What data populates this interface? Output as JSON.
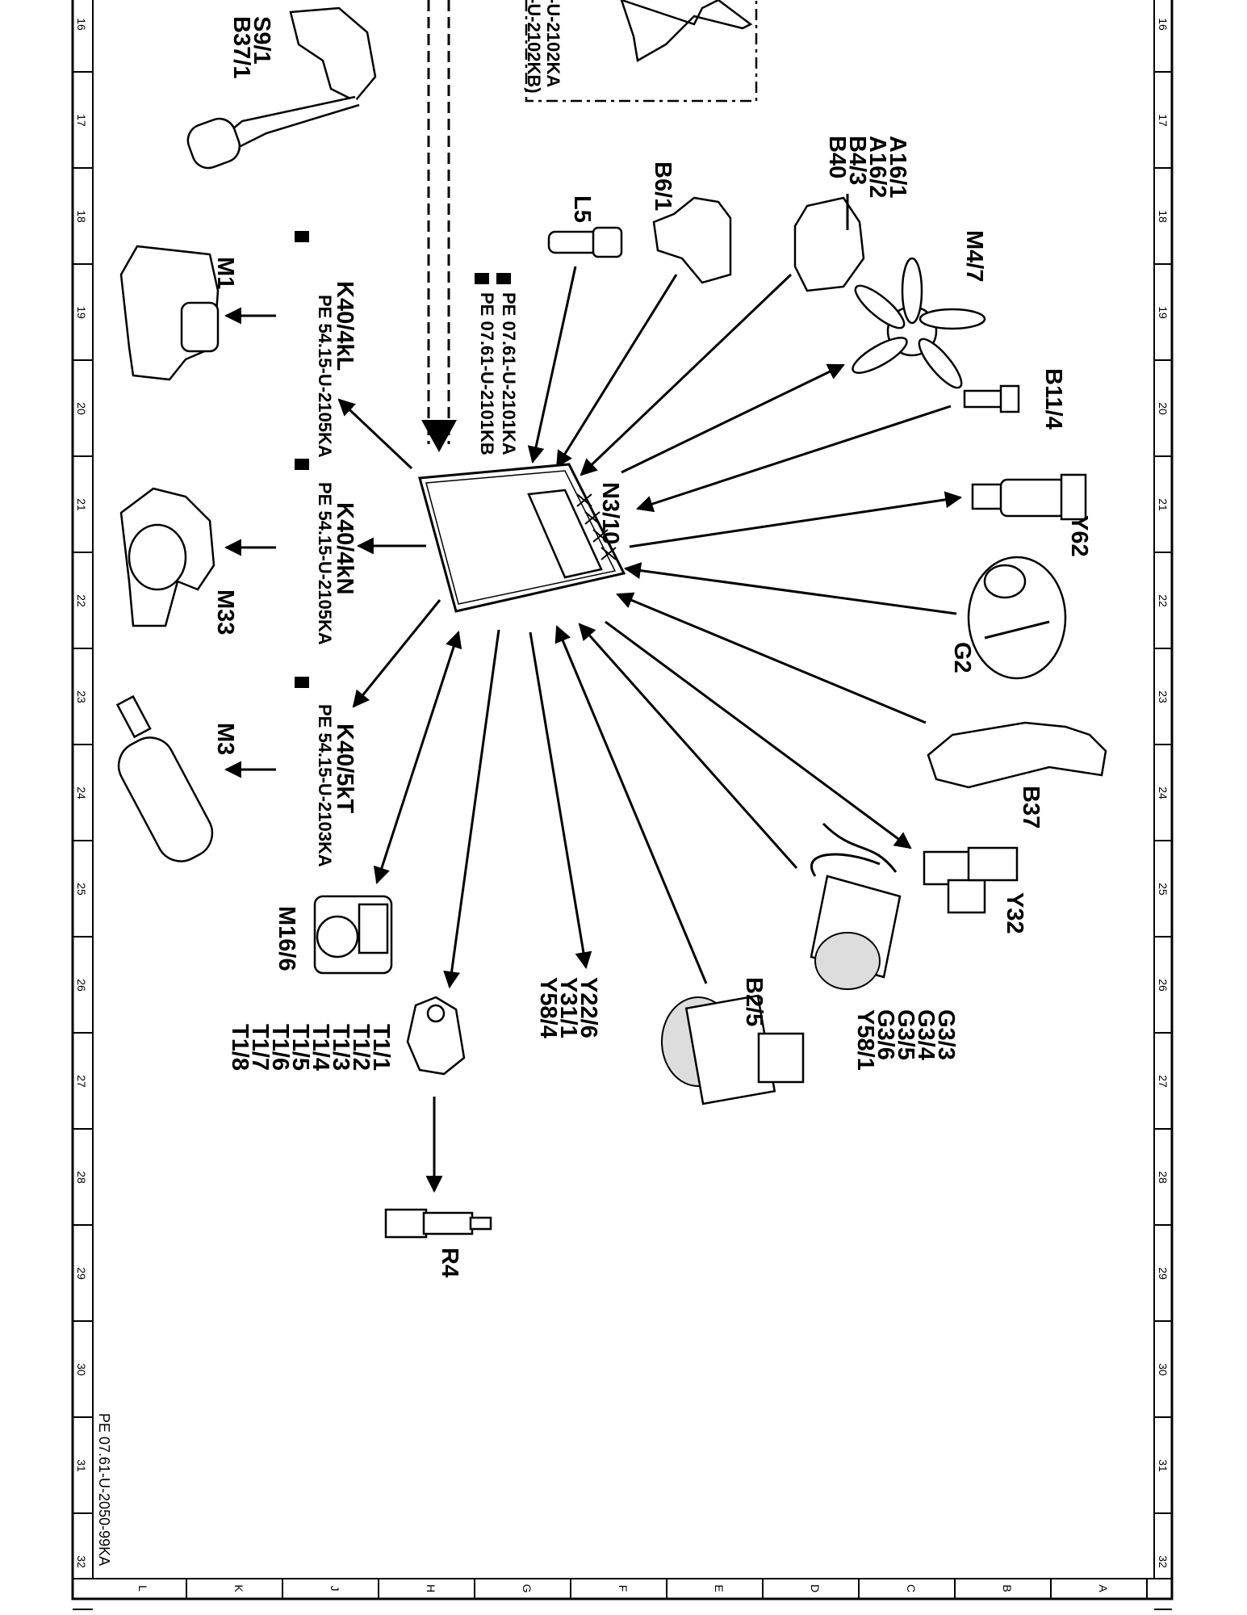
{
  "document_id": "PE 07.61-U-2050-99KA",
  "control_unit": {
    "label": "N3/10"
  },
  "references": {
    "top_cut_1": "-U-2102KA",
    "top_cut_2": "-U-2102KB)",
    "n3_1": "PE 07.61-U-2101KA",
    "n3_2": "PE 07.61-U-2101KB",
    "k40_4kl": "PE 54.15-U-2105KA",
    "k40_4kn": "PE 54.15-U-2105KA",
    "k40_5kt": "PE 54.15-U-2103KA"
  },
  "components": {
    "s9_1": "S9/1",
    "b37_1": "B37/1",
    "a16_1": "A16/1",
    "a16_2": "A16/2",
    "b4_3": "B4/3",
    "b40": "B40",
    "b6_1": "B6/1",
    "l5": "L5",
    "m4_7": "M4/7",
    "b11_4": "B11/4",
    "y62": "Y62",
    "g2": "G2",
    "b37": "B37",
    "y32": "Y32",
    "g3_3": "G3/3",
    "g3_4": "G3/4",
    "g3_5": "G3/5",
    "g3_6": "G3/6",
    "y58_1": "Y58/1",
    "b2_5": "B2/5",
    "y22_6": "Y22/6",
    "y31_1": "Y31/1",
    "y58_4": "Y58/4",
    "t1_1": "T1/1",
    "t1_2": "T1/2",
    "t1_3": "T1/3",
    "t1_4": "T1/4",
    "t1_5": "T1/5",
    "t1_6": "T1/6",
    "t1_7": "T1/7",
    "t1_8": "T1/8",
    "r4": "R4",
    "m16_6": "M16/6",
    "m3": "M3",
    "m33": "M33",
    "m1": "M1",
    "k40_4kl": "K40/4kL",
    "k40_4kn": "K40/4kN",
    "k40_5kt": "K40/5kT"
  },
  "grid": {
    "rows": [
      "16",
      "17",
      "18",
      "19",
      "20",
      "21",
      "22",
      "23",
      "24",
      "25",
      "26",
      "27",
      "28",
      "29",
      "30",
      "31",
      "32"
    ],
    "cols": [
      "L",
      "K",
      "J",
      "H",
      "G",
      "F",
      "E",
      "D",
      "C",
      "B",
      "A"
    ]
  }
}
